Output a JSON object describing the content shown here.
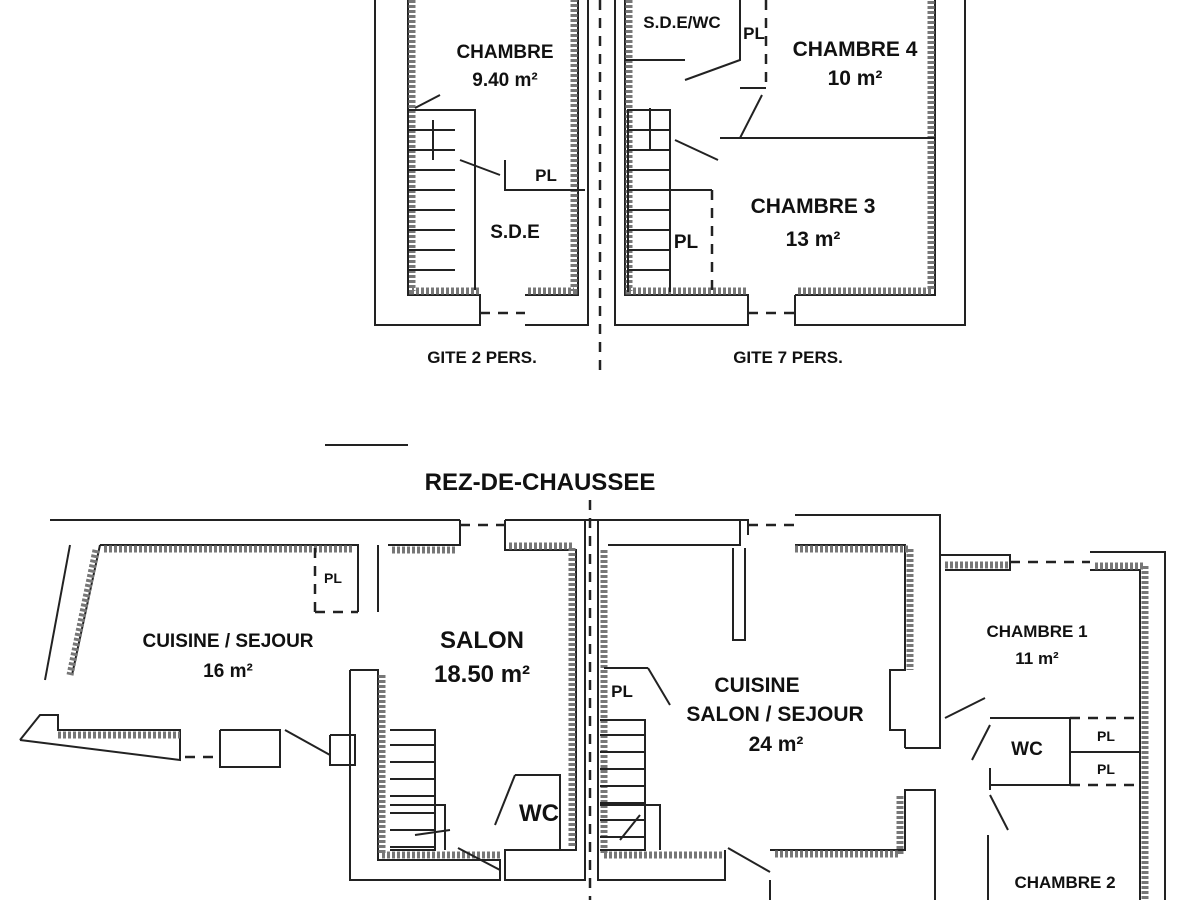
{
  "upper_floor": {
    "gite_left": {
      "label": "GITE 2 PERS.",
      "rooms": [
        {
          "name": "CHAMBRE",
          "area": "9.40 m²"
        },
        {
          "name": "S.D.E"
        }
      ],
      "closet": "PL"
    },
    "gite_right": {
      "label": "GITE 7 PERS.",
      "rooms": [
        {
          "name": "S.D.E/WC"
        },
        {
          "name": "CHAMBRE 4",
          "area": "10 m²"
        },
        {
          "name": "CHAMBRE 3",
          "area": "13 m²"
        }
      ],
      "closets": [
        "PL",
        "PL"
      ]
    }
  },
  "ground_floor": {
    "title": "REZ-DE-CHAUSSEE",
    "left": {
      "rooms": [
        {
          "name": "CUISINE / SEJOUR",
          "area": "16 m²"
        },
        {
          "name": "SALON",
          "area": "18.50 m²"
        },
        {
          "name": "WC"
        }
      ],
      "closet": "PL"
    },
    "right": {
      "rooms": [
        {
          "name": "CUISINE",
          "name2": "SALON / SEJOUR",
          "area": "24 m²"
        },
        {
          "name": "CHAMBRE 1",
          "area": "11 m²"
        },
        {
          "name": "WC"
        },
        {
          "name": "CHAMBRE 2"
        }
      ],
      "closets": [
        "PL",
        "PL",
        "PL"
      ]
    }
  }
}
